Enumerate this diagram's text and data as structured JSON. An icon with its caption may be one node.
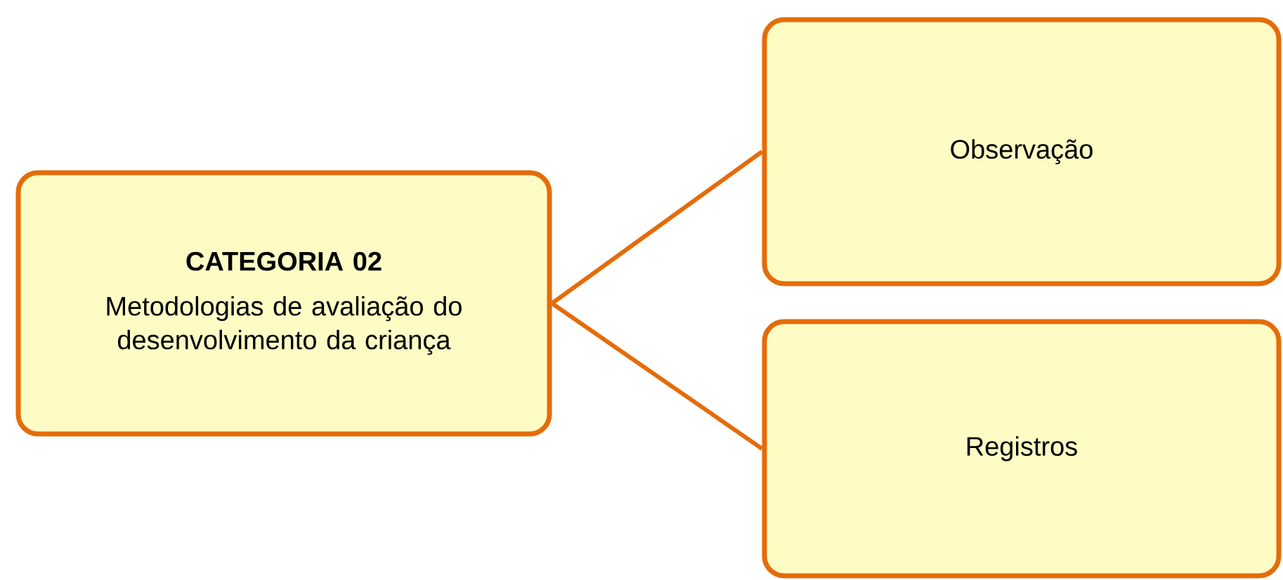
{
  "diagram": {
    "nodes": [
      {
        "text": [
          "CATEGORIA 02",
          "Metodologias de avaliação do desenvolvimento da criança"
        ]
      },
      {
        "text": [
          "Observação"
        ]
      },
      {
        "text": [
          "Registros"
        ]
      }
    ],
    "edges": [
      {
        "from": 0,
        "to": 1,
        "arrow": "none"
      },
      {
        "from": 0,
        "to": 2,
        "arrow": "none"
      }
    ]
  }
}
